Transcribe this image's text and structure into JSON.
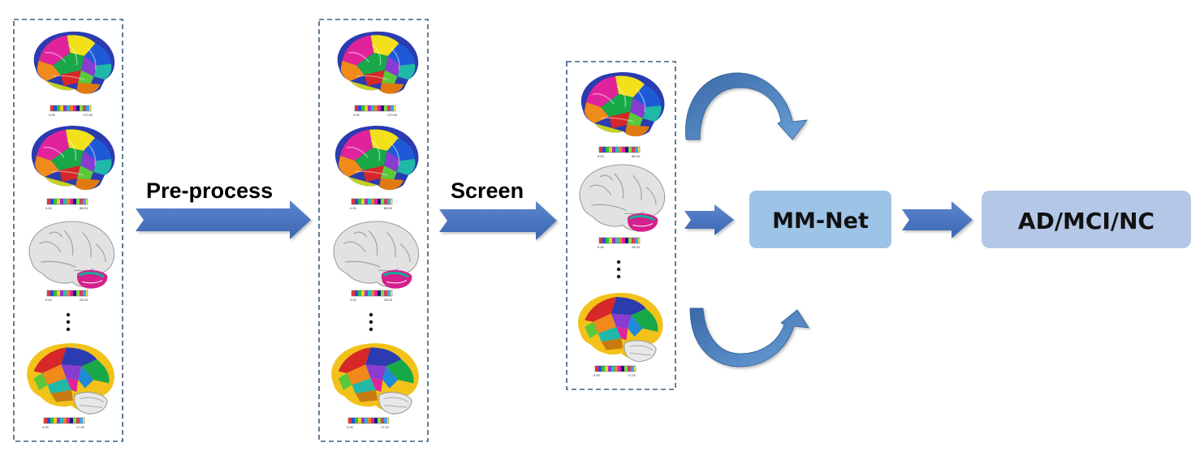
{
  "labels": {
    "preprocess": "Pre-process",
    "screen": "Screen",
    "model": "MM-Net",
    "output": "AD/MCI/NC"
  },
  "colorbar_ticks": {
    "col1": [
      [
        "0.00",
        "170.00"
      ],
      [
        "0.00",
        "88.00"
      ],
      [
        "0.00",
        "28.00"
      ],
      [
        "0.00",
        "17.00"
      ]
    ],
    "col2": [
      [
        "0.00",
        "170.00"
      ],
      [
        "0.00",
        "88.00"
      ],
      [
        "0.00",
        "28.00"
      ],
      [
        "0.00",
        "17.00"
      ]
    ],
    "col3": [
      [
        "0.00",
        "88.00"
      ],
      [
        "0.00",
        "28.00"
      ],
      [
        "0.00",
        "17.00"
      ]
    ]
  },
  "colors": {
    "arrow_fill": "#4472c4",
    "curve_fill": "#4a80c0",
    "dashed_border": "#3d5f7f",
    "model_box": "#9dc3e6",
    "output_box": "#b4c7e7"
  },
  "icons": [
    "brain-parcellation-icon",
    "colorbar-icon",
    "ellipsis-icon",
    "arrow-right-icon",
    "curved-arrow-icon"
  ]
}
